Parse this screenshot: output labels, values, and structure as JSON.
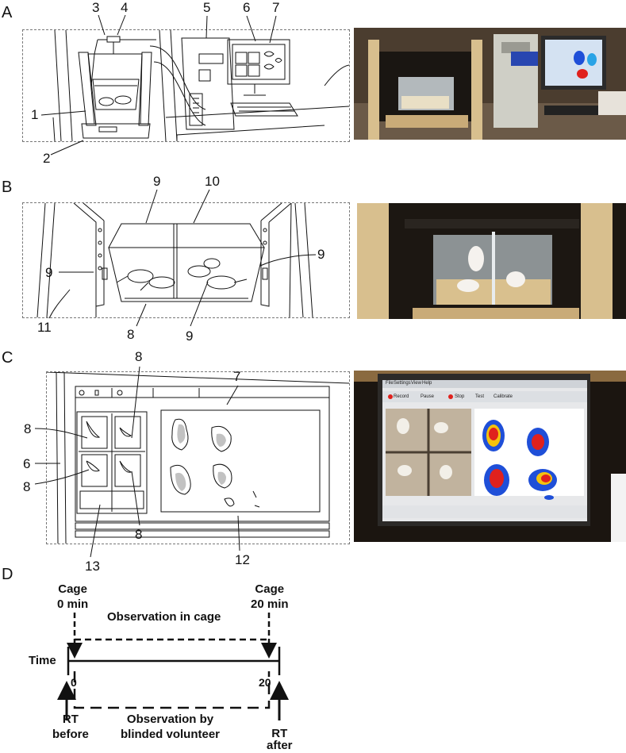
{
  "panels": {
    "A": {
      "letter": "A",
      "callouts": [
        "1",
        "2",
        "3",
        "4",
        "5",
        "6",
        "7"
      ]
    },
    "B": {
      "letter": "B",
      "callouts": [
        "9",
        "10",
        "9",
        "9",
        "11",
        "8",
        "9"
      ]
    },
    "C": {
      "letter": "C",
      "callouts": [
        "8",
        "7",
        "8",
        "6",
        "8",
        "8",
        "13",
        "12"
      ],
      "screen_menu": [
        "File",
        "Settings",
        "View",
        "Help"
      ],
      "screen_buttons": [
        "Record",
        "Pause",
        "Stop",
        "Test",
        "Calibrate"
      ]
    },
    "D": {
      "letter": "D",
      "time_label": "Time",
      "start_tick": "0",
      "end_tick": "20",
      "cage_start": [
        "Cage",
        "0 min"
      ],
      "cage_end": [
        "Cage",
        "20 min"
      ],
      "observation_cage": "Observation in cage",
      "observation_volunteer": [
        "Observation by",
        "blinded volunteer"
      ],
      "rt_before": [
        "RT",
        "before"
      ],
      "rt_after": [
        "RT",
        "after"
      ]
    }
  },
  "colors": {
    "line": "#111111",
    "heat_hot": "#e0211d",
    "heat_mid": "#f4c20d",
    "heat_cool": "#1f4fd8",
    "wood": "#d8bf8e",
    "monitor_dark": "#1b1510"
  }
}
